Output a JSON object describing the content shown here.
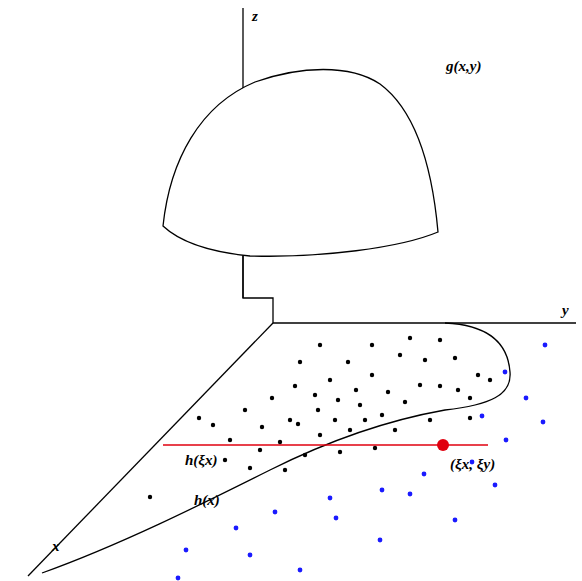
{
  "diagram": {
    "labels": [
      "z",
      "g(x,y)",
      "y",
      "h(ξx)",
      "(ξx, ξy)",
      "x",
      "h(x)"
    ]
  }
}
